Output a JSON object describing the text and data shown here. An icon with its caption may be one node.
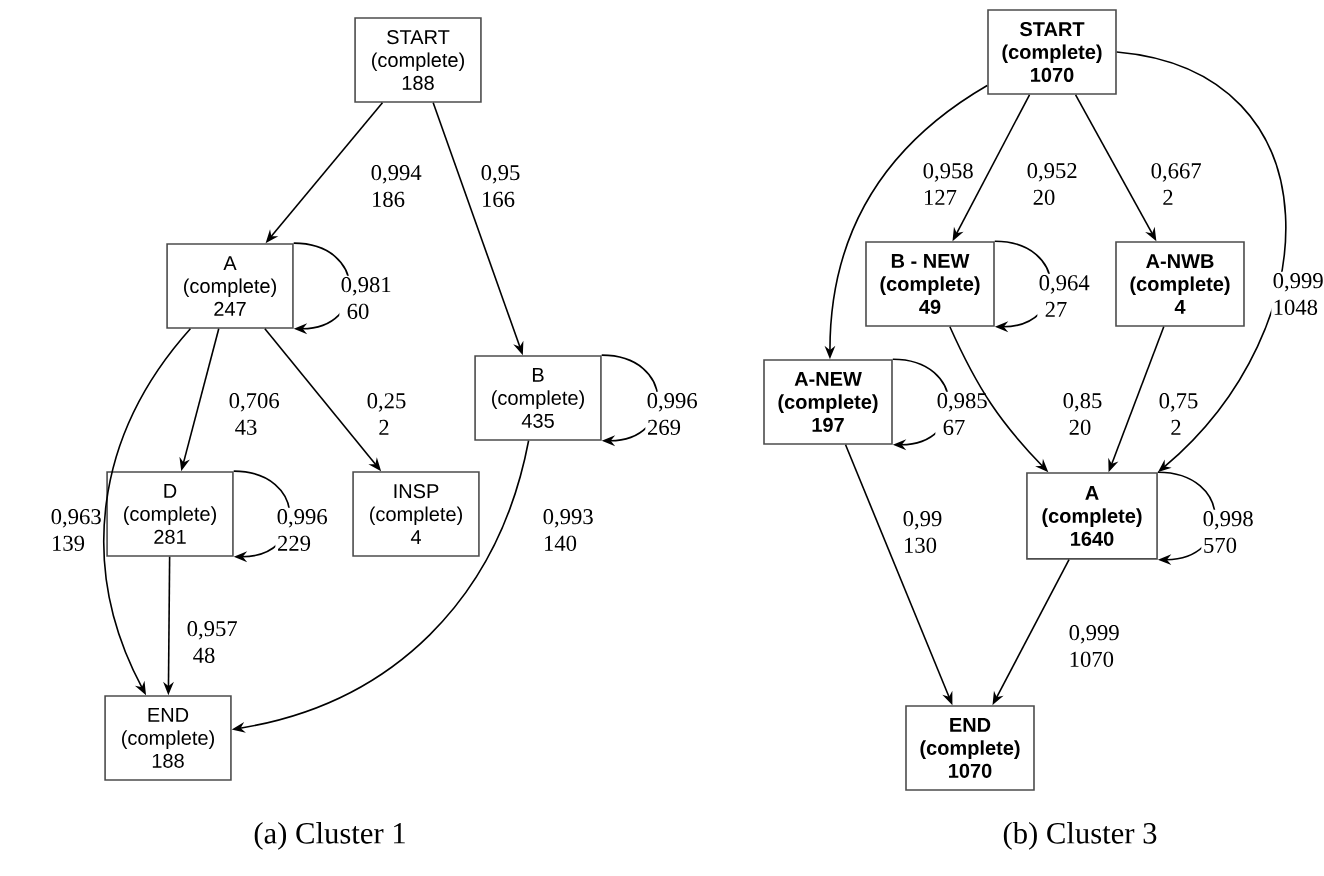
{
  "diagram": {
    "nodes": [
      {
        "text": [
          "START",
          "(complete)",
          "188"
        ]
      },
      {
        "text": [
          "A",
          "(complete)",
          "247"
        ]
      },
      {
        "text": [
          "B",
          "(complete)",
          "435"
        ]
      },
      {
        "text": [
          "D",
          "(complete)",
          "281"
        ]
      },
      {
        "text": [
          "INSP",
          "(complete)",
          "4"
        ]
      },
      {
        "text": [
          "END",
          "(complete)",
          "188"
        ]
      },
      {
        "text": [
          "START",
          "(complete)",
          "1070"
        ]
      },
      {
        "text": [
          "B - NEW",
          "(complete)",
          "49"
        ]
      },
      {
        "text": [
          "A-NWB",
          "(complete)",
          "4"
        ]
      },
      {
        "text": [
          "A-NEW",
          "(complete)",
          "197"
        ]
      },
      {
        "text": [
          "A",
          "(complete)",
          "1640"
        ]
      },
      {
        "text": [
          "END",
          "(complete)",
          "1070"
        ]
      }
    ],
    "edges": [
      {
        "from": 0,
        "to": 1,
        "arrow": "to",
        "label": "0,994 186"
      },
      {
        "from": 0,
        "to": 2,
        "arrow": "to",
        "label": "0,95 166"
      },
      {
        "from": 1,
        "to": 1,
        "arrow": "to",
        "label": "0,981 60"
      },
      {
        "from": 1,
        "to": 3,
        "arrow": "to",
        "label": "0,706 43"
      },
      {
        "from": 1,
        "to": 4,
        "arrow": "to",
        "label": "0,25 2"
      },
      {
        "from": 1,
        "to": 5,
        "arrow": "to",
        "label": "0,963 139"
      },
      {
        "from": 2,
        "to": 2,
        "arrow": "to",
        "label": "0,996 269"
      },
      {
        "from": 3,
        "to": 3,
        "arrow": "to",
        "label": "0,996 229"
      },
      {
        "from": 3,
        "to": 5,
        "arrow": "to",
        "label": "0,957 48"
      },
      {
        "from": 2,
        "to": 5,
        "arrow": "to",
        "label": "0,993 140"
      },
      {
        "from": 6,
        "to": 9,
        "arrow": "to",
        "label": "0,958 127"
      },
      {
        "from": 6,
        "to": 7,
        "arrow": "to",
        "label": "0,952 20"
      },
      {
        "from": 6,
        "to": 8,
        "arrow": "to",
        "label": "0,667 2"
      },
      {
        "from": 6,
        "to": 10,
        "arrow": "to",
        "label": "0,999 1048"
      },
      {
        "from": 7,
        "to": 7,
        "arrow": "to",
        "label": "0,964 27"
      },
      {
        "from": 9,
        "to": 9,
        "arrow": "to",
        "label": "0,985 67"
      },
      {
        "from": 7,
        "to": 10,
        "arrow": "to",
        "label": "0,85 20"
      },
      {
        "from": 8,
        "to": 10,
        "arrow": "to",
        "label": "0,75 2"
      },
      {
        "from": 10,
        "to": 10,
        "arrow": "to",
        "label": "0,998 570"
      },
      {
        "from": 9,
        "to": 11,
        "arrow": "to",
        "label": "0,99 130"
      },
      {
        "from": 10,
        "to": 11,
        "arrow": "to",
        "label": "0,999 1070"
      }
    ],
    "labels": [
      "(a) Cluster 1",
      "(b) Cluster 3"
    ]
  }
}
